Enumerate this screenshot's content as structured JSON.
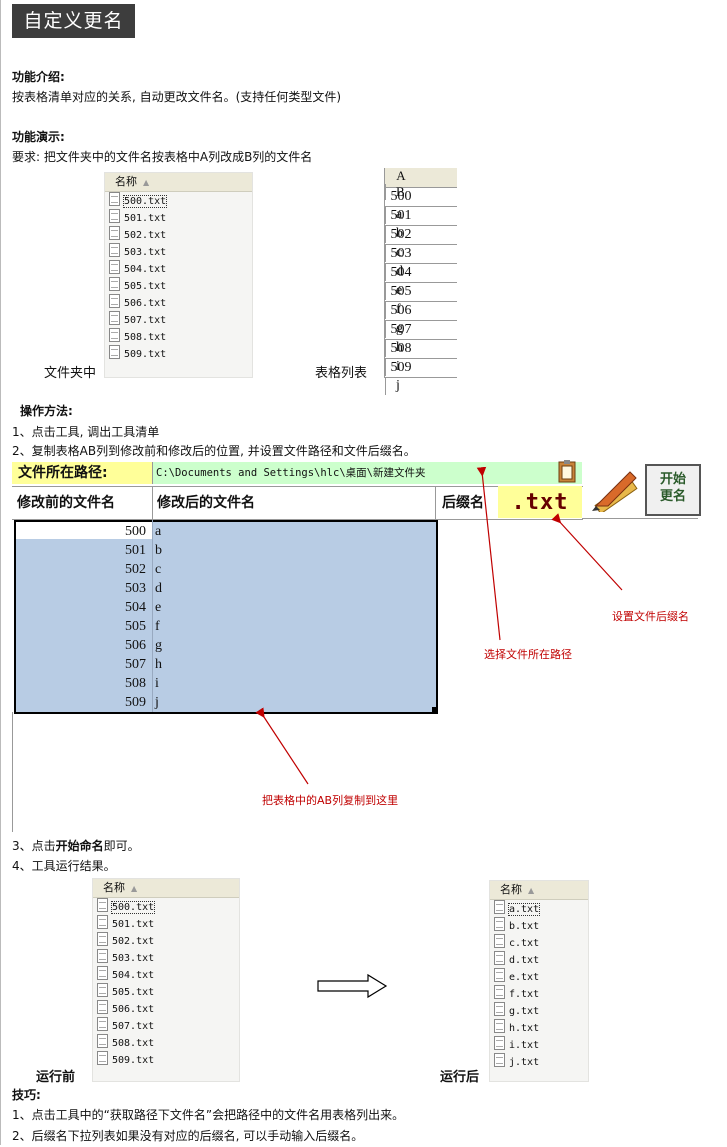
{
  "title": "自定义更名",
  "intro": {
    "heading": "功能介绍:",
    "text": "按表格清单对应的关系, 自动更改文件名。(支持任何类型文件)"
  },
  "demo": {
    "heading": "功能演示:",
    "requirement": "要求: 把文件夹中的文件名按表格中A列改成B列的文件名",
    "folder_label": "文件夹中",
    "table_label": "表格列表",
    "explorer_header": "名称",
    "files": [
      "500.txt",
      "501.txt",
      "502.txt",
      "503.txt",
      "504.txt",
      "505.txt",
      "506.txt",
      "507.txt",
      "508.txt",
      "509.txt"
    ],
    "sheet_cols": [
      "A",
      "B"
    ],
    "sheet_rows": [
      [
        "500",
        "a"
      ],
      [
        "501",
        "b"
      ],
      [
        "502",
        "c"
      ],
      [
        "503",
        "d"
      ],
      [
        "504",
        "e"
      ],
      [
        "505",
        "f"
      ],
      [
        "506",
        "g"
      ],
      [
        "507",
        "h"
      ],
      [
        "508",
        "i"
      ],
      [
        "509",
        "j"
      ]
    ]
  },
  "method": {
    "heading": "操作方法:",
    "steps": [
      "1、点击工具, 调出工具清单",
      "2、复制表格AB列到修改前和修改后的位置, 并设置文件路径和文件后缀名。"
    ],
    "path_label": "文件所在路径:",
    "path_value": "C:\\Documents and Settings\\hlc\\桌面\\新建文件夹",
    "col_before": "修改前的文件名",
    "col_after": "修改后的文件名",
    "suffix_label": "后缀名",
    "suffix_value": ".txt",
    "start_button": [
      "开始",
      "更名"
    ],
    "annot_path": "选择文件所在路径",
    "annot_suffix": "设置文件后缀名",
    "annot_copy": "把表格中的AB列复制到这里",
    "step3_pre": "3、点击",
    "step3_bold": "开始命名",
    "step3_post": "即可。",
    "step4": "4、工具运行结果。",
    "before_label": "运行前",
    "after_label": "运行后",
    "result_files": [
      "a.txt",
      "b.txt",
      "c.txt",
      "d.txt",
      "e.txt",
      "f.txt",
      "g.txt",
      "h.txt",
      "i.txt",
      "j.txt"
    ]
  },
  "tips": {
    "heading": "技巧:",
    "items": [
      "1、点击工具中的“获取路径下文件名”会把路径中的文件名用表格列出来。",
      "2、后缀名下拉列表如果没有对应的后缀名, 可以手动输入后缀名。"
    ]
  },
  "colors": {
    "selection": "#b8cce4",
    "label_bg": "#ffff99",
    "path_bg": "#ccffcc",
    "annotation": "#c00000"
  }
}
